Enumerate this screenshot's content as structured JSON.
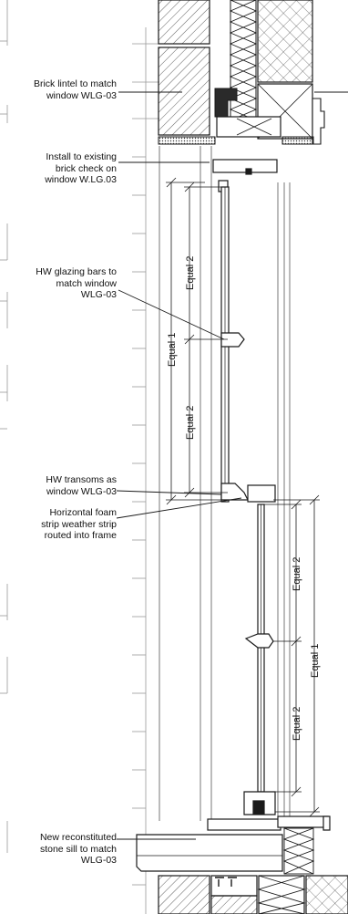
{
  "annotations": {
    "brick_lintel": [
      "Brick lintel to match",
      "window WLG-03"
    ],
    "brick_check": [
      "Install to existing",
      "brick check on",
      "window W.LG.03"
    ],
    "glazing_bars": [
      "HW glazing bars to",
      "match window",
      "WLG-03"
    ],
    "transoms": [
      "HW transoms as",
      "window WLG-03"
    ],
    "foam_strip": [
      "Horizontal foam",
      "strip weather strip",
      "routed into frame"
    ],
    "stone_sill": [
      "New reconstituted",
      "stone sill to match",
      "WLG-03"
    ]
  },
  "dimensions": {
    "upper_equal_top": "Equal 2",
    "upper_equal_bottom": "Equal 2",
    "upper_overall": "Equal 1",
    "lower_equal_top": "Equal 2",
    "lower_equal_bottom": "Equal 2",
    "lower_overall": "Equal 1"
  },
  "colors": {
    "line": "#1a1a1a",
    "hatch": "#333333",
    "paper": "#ffffff"
  }
}
